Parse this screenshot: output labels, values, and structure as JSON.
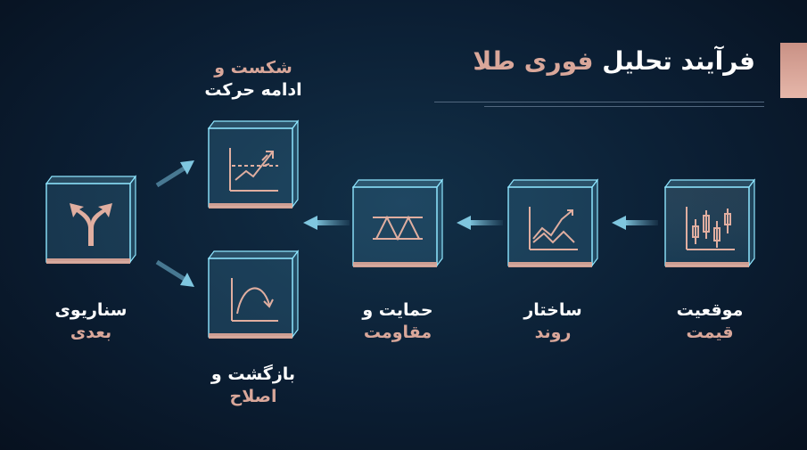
{
  "header": {
    "title_part1": "فرآیند تحلیل ",
    "title_part2": "فوری طلا"
  },
  "nodes": {
    "price_position": {
      "line1": "موقعیت",
      "line2": "قیمت",
      "icon": "candlestick-chart-icon"
    },
    "trend_structure": {
      "line1": "ساختار",
      "line2": "روند",
      "icon": "line-chart-icon"
    },
    "support_resistance": {
      "line1": "حمایت و",
      "line2": "مقاومت",
      "icon": "zigzag-channel-icon"
    },
    "breakout": {
      "line1": "شکست و",
      "line2": "ادامه حرکت",
      "icon": "breakout-arrow-icon"
    },
    "pullback": {
      "line1": "بازگشت و",
      "line2": "اصلاح",
      "icon": "pullback-arc-icon"
    },
    "scenarios": {
      "line1": "سناریوی",
      "line2": "بعدی",
      "icon": "fork-arrows-icon"
    }
  },
  "colors": {
    "accent": "#d9a79a",
    "cube_edge": "#8fe6ff",
    "background": "#0b1e33"
  }
}
